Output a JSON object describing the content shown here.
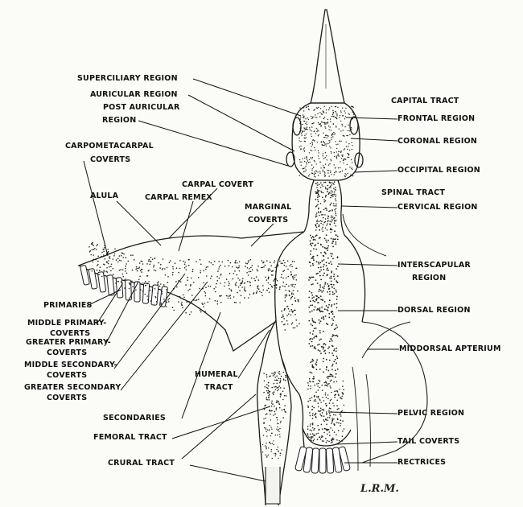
{
  "labels": {
    "superciliary": "SUPERCILIARY REGION",
    "auricular": "AURICULAR REGION",
    "post_auricular_1": "POST AURICULAR",
    "post_auricular_2": "REGION",
    "carpometacarpal_1": "CARPOMETACARPAL",
    "carpometacarpal_2": "COVERTS",
    "carpal_covert": "CARPAL COVERT",
    "alula": "ALULA",
    "carpal_remex": "CARPAL REMEX",
    "marginal_1": "MARGINAL",
    "marginal_2": "COVERTS",
    "primaries": "PRIMARIES",
    "middle_primary_1": "MIDDLE PRIMARY-",
    "middle_primary_2": "COVERTS",
    "greater_primary_1": "GREATER PRIMARY-",
    "greater_primary_2": "COVERTS",
    "middle_secondary_1": "MIDDLE SECONDARY-",
    "middle_secondary_2": "COVERTS",
    "greater_secondary_1": "GREATER SECONDARY",
    "greater_secondary_2": "COVERTS",
    "secondaries": "SECONDARIES",
    "femoral": "FEMORAL TRACT",
    "crural": "CRURAL TRACT",
    "humeral_1": "HUMERAL",
    "humeral_2": "TRACT",
    "capital": "CAPITAL TRACT",
    "frontal": "FRONTAL REGION",
    "coronal": "CORONAL  REGION",
    "occipital": "OCCIPITAL REGION",
    "spinal": "SPINAL TRACT",
    "cervical": "CERVICAL REGION",
    "interscapular_1": "INTERSCAPULAR",
    "interscapular_2": "REGION",
    "dorsal": "DORSAL REGION",
    "middorsal": "MIDDORSAL  APTERIUM",
    "pelvic": "PELVIC REGION",
    "tail_coverts": "TAIL COVERTS",
    "rectrices": "RECTRICES"
  },
  "signature": "L.R.M."
}
